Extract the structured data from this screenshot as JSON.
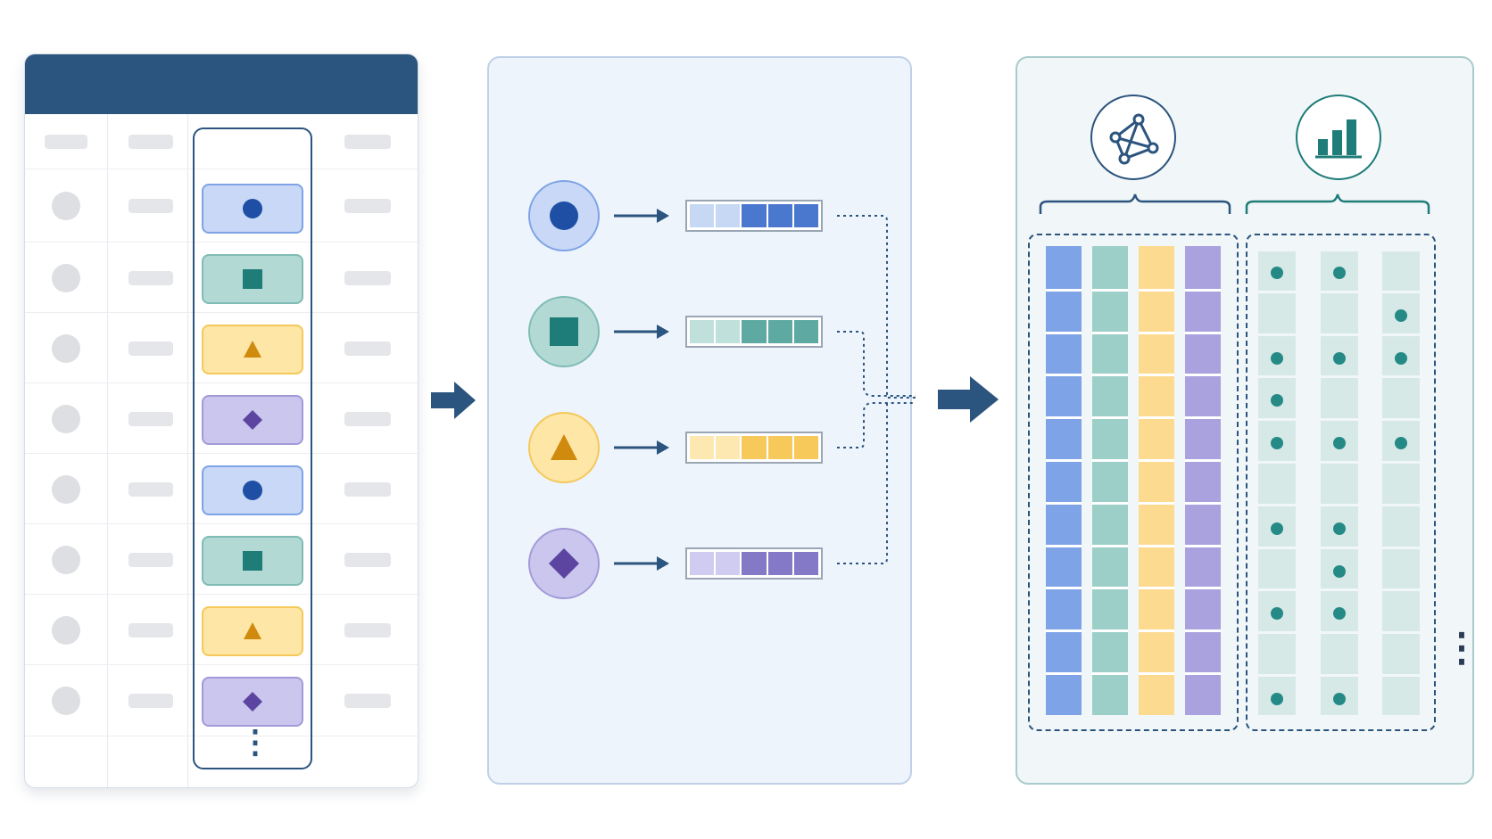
{
  "colors": {
    "navy": "#2b547e",
    "blue": "#7ea3e6",
    "blue_dark": "#1e4fa5",
    "teal": "#9ccfc8",
    "teal_dark": "#1e7c79",
    "yellow": "#fcdb90",
    "yellow_dark": "#d08a0d",
    "purple": "#aaa2de",
    "purple_dark": "#5b45a0",
    "onehot_bg": "#d7e9e6",
    "onehot_dot": "#258a86"
  },
  "table": {
    "rows": 9,
    "categorical_cells": [
      "circle",
      "square",
      "triangle",
      "diamond",
      "circle",
      "square",
      "triangle",
      "diamond"
    ],
    "more_rows_glyph": "⋮"
  },
  "encoder": {
    "categories": [
      "circle",
      "square",
      "triangle",
      "diamond"
    ],
    "embedding_fill_pattern": [
      [
        0.4,
        0.4,
        1,
        1,
        1
      ],
      [
        0.4,
        0.4,
        1,
        1,
        1
      ],
      [
        0.4,
        0.4,
        1,
        1,
        1
      ],
      [
        0.4,
        0.4,
        1,
        1,
        1
      ]
    ]
  },
  "output": {
    "left_icon": "network-graph-icon",
    "right_icon": "bar-chart-icon",
    "more_columns_glyph": "⋮",
    "onehot_rows": [
      [
        1,
        1,
        0
      ],
      [
        0,
        0,
        1
      ],
      [
        1,
        1,
        1
      ],
      [
        1,
        0,
        0
      ],
      [
        1,
        1,
        1
      ],
      [
        0,
        0,
        0
      ],
      [
        1,
        1,
        0
      ],
      [
        0,
        1,
        0
      ],
      [
        1,
        1,
        0
      ],
      [
        0,
        0,
        0
      ],
      [
        1,
        1,
        0
      ]
    ]
  }
}
